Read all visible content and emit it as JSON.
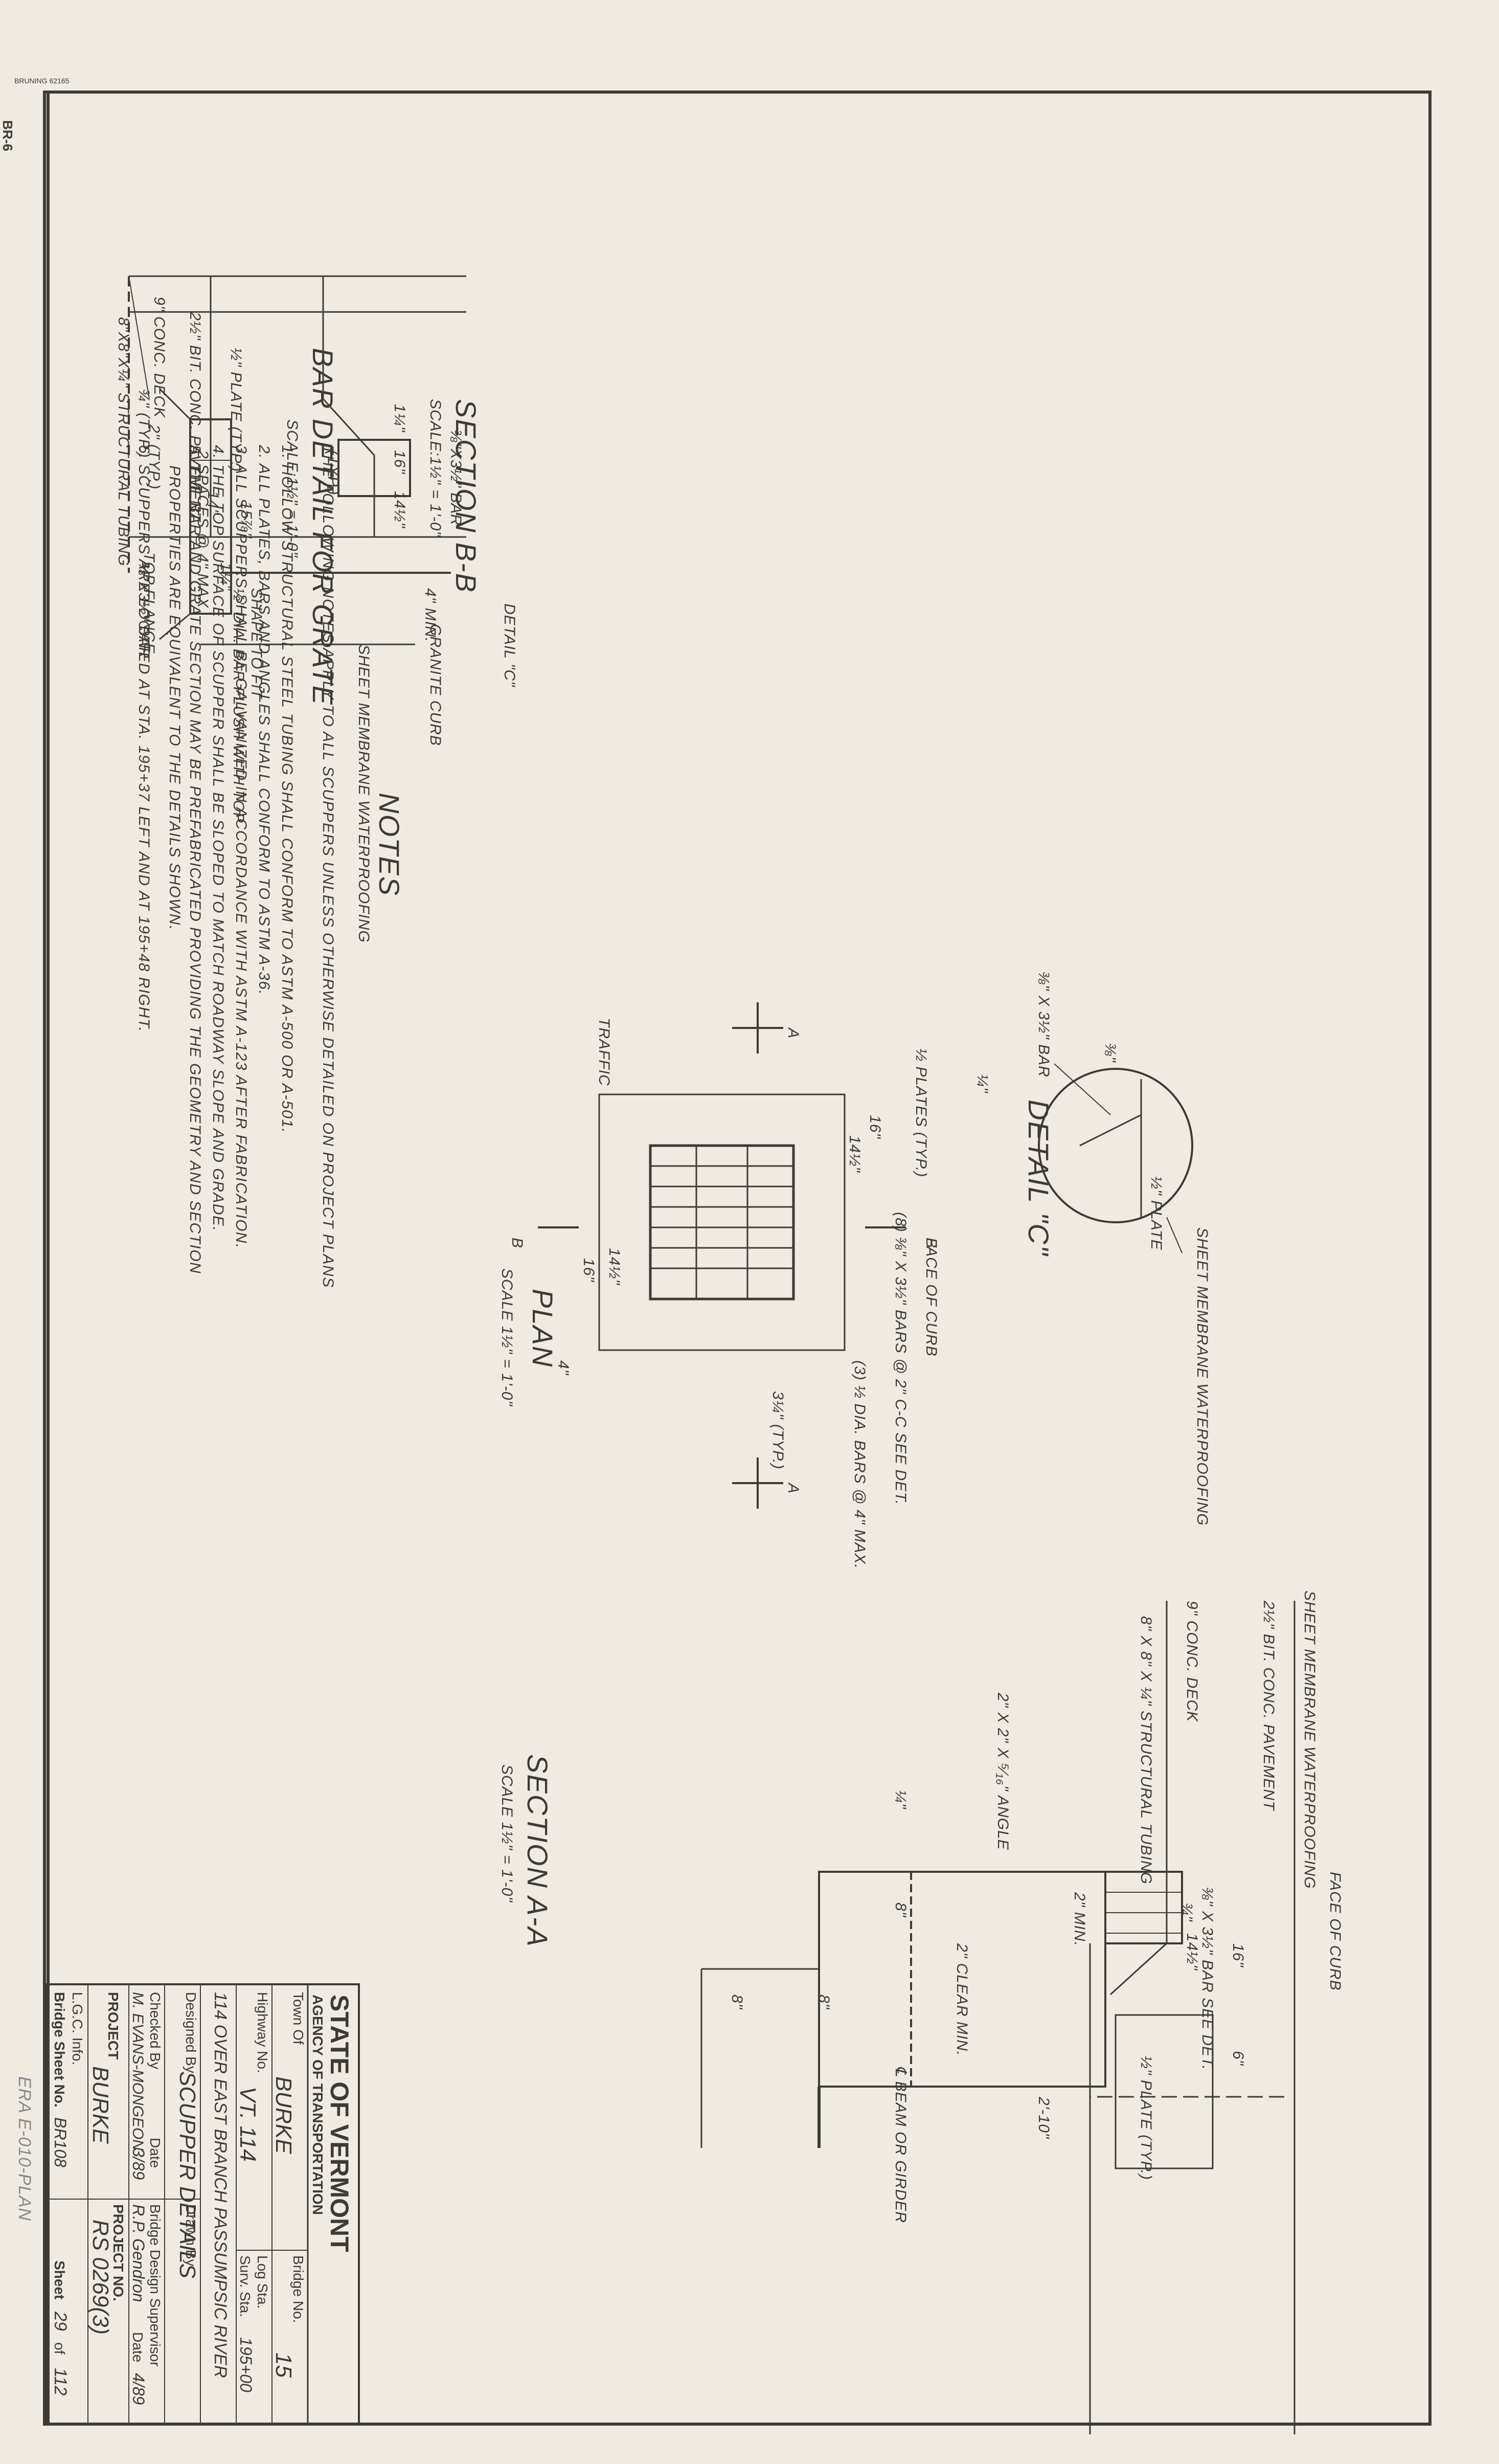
{
  "margin": {
    "top_left_stamp": "BRUNING 62165",
    "side_label": "BR-6",
    "pencil_note": "ERA E-010-PLAN"
  },
  "section_bb": {
    "title": "SECTION B-B",
    "scale": "SCALE:1½\" = 1'-0\"",
    "labels": {
      "pavement": "2½\" BIT. CONC. PAVEMENT",
      "deck": "9\" CONC. DECK",
      "plate": "½\" PLATE (TYP.)",
      "tubing": "8\"X8\"X¼\" STRUCTURAL TUBING",
      "top_flange": "TOP FLANGE",
      "membrane": "SHEET MEMBRANE WATERPROOFING",
      "granite": "GRANITE CURB",
      "bar": "⅜\"X3½\" BAR",
      "detail_c": "DETAIL \"C\"",
      "dim_a": "1¼\"",
      "dim_b": "16\"",
      "dim_c": "14½\"",
      "dim_d": "4\" MIN.",
      "typ": "(TYP.)"
    }
  },
  "bar_detail": {
    "title": "BAR DETAIL FOR GRATE",
    "scale": "SCALE:1½\" = 1'-0\"",
    "labels": {
      "d1": "15⅞\"",
      "d2": "14\"",
      "spaces": "2 SPACES @ 4\" MAX.",
      "bar": "⅜\"X3½\" BAR",
      "shape": "SHAPE TO FIT",
      "dia_bar": "½\" DIA. BAR FLUSH WITH TOP",
      "d3": "1¼\"",
      "d4": "2\" (TYP.)",
      "d5": "¾\" (TYP.)"
    }
  },
  "detail_c": {
    "title": "DETAIL \"C\"",
    "labels": {
      "bar": "⅜\" X 3½\" BAR",
      "membrane": "SHEET MEMBRANE WATERPROOFING",
      "plate": "½\" PLATE",
      "weld1": "⅜\"",
      "weld2": "¼\""
    }
  },
  "plan": {
    "title": "PLAN",
    "scale": "SCALE 1½\" = 1'-0\"",
    "labels": {
      "traffic": "TRAFFIC",
      "plates": "½ PLATES (TYP.)",
      "bars": "(8) ⅜\" X 3½\" BARS @ 2\" C-C SEE DET.",
      "face_curb": "FACE OF CURB",
      "dia_bars": "(3) ½ DIA. BARS @ 4\" MAX.",
      "typ": "3¼\" (TYP.)",
      "d16": "16\"",
      "d145": "14½\"",
      "d16b": "16\"",
      "d145b": "14½\"",
      "d4": "4\"",
      "mark_a": "A",
      "mark_b": "B"
    }
  },
  "section_aa": {
    "title": "SECTION A-A",
    "scale": "SCALE 1½\" = 1'-0\"",
    "labels": {
      "membrane": "SHEET MEMBRANE WATERPROOFING",
      "pavement": "2½\" BIT. CONC. PAVEMENT",
      "deck": "9\" CONC. DECK",
      "tubing": "8\" X 8\" X ¼\" STRUCTURAL TUBING",
      "angle": "2\" X 2\" X ⁵⁄₁₆\" ANGLE",
      "face_curb": "FACE OF CURB",
      "bar": "⅜\" X 3½\" BAR SEE DET.",
      "clear": "2\" CLEAR MIN.",
      "min2": "2\" MIN.",
      "plate": "½\" PLATE (TYP.)",
      "beam": "℄ BEAM OR GIRDER",
      "d6": "6\"",
      "d8a": "8\"",
      "d8b": "8\"",
      "d8c": "8\"",
      "d16": "16\"",
      "d145": "14½\"",
      "d34": "¾\"",
      "d210": "2'-10\"",
      "weld": "¼\""
    }
  },
  "notes": {
    "heading": "NOTES",
    "intro": "THE FOLLOWING NOTES APPLY TO ALL SCUPPERS UNLESS OTHERWISE DETAILED ON PROJECT PLANS",
    "items": [
      "1. HOLLOW STRUCTURAL STEEL TUBING SHALL CONFORM TO ASTM A-500 OR A-501.",
      "2. ALL PLATES, BARS AND ANGLES SHALL CONFORM TO ASTM A-36.",
      "3. ALL SCUPPERS SHALL BE GALVANIZED IN ACCORDANCE WITH ASTM A-123 AFTER FABRICATION.",
      "4. THE TOP SURFACE OF SCUPPER SHALL BE SLOPED TO MATCH ROADWAY SLOPE AND GRADE.",
      "5. THE BAR AND GRATE SECTION MAY BE PREFABRICATED PROVIDING THE GEOMETRY AND SECTION",
      "PROPERTIES ARE EQUIVALENT TO THE DETAILS SHOWN.",
      "6. SCUPPERS ARE LOCATED AT STA. 195+37 LEFT AND AT 195+48 RIGHT."
    ]
  },
  "title_block": {
    "state": "STATE OF VERMONT",
    "agency": "AGENCY OF TRANSPORTATION",
    "town_label": "Town Of",
    "town_value": "BURKE",
    "bridge_no_label": "Bridge No.",
    "bridge_no_value": "15",
    "highway_label": "Highway No.",
    "highway_value": "VT. 114",
    "log_sta_label": "Log Sta.",
    "surv_sta_label": "Surv. Sta.",
    "surv_sta_value": "195+00",
    "over": "114 OVER EAST BRANCH PASSUMPSIC RIVER",
    "sheet_title": "SCUPPER DETAILS",
    "designed_label": "Designed By",
    "drawn_label": "Drawn By",
    "checked_label": "Checked By",
    "date_label": "Date",
    "supervisor_label": "Bridge Design Supervisor",
    "designer": "M. EVANS-MONGEON",
    "date_value": "3/89",
    "supervisor": "R.P. Gendron",
    "date2_label": "Date",
    "date2_value": "4/89",
    "project_label": "PROJECT",
    "project_value": "BURKE",
    "project_no_label": "PROJECT NO.",
    "project_no_value": "RS 0269(3)",
    "lgc_label": "L.G.C. Info.",
    "bridge_sheet_label": "Bridge Sheet No.",
    "bridge_sheet_value": "BR108",
    "sheet_label": "Sheet",
    "sheet_value": "29",
    "of_label": "of",
    "sheet_total": "112"
  }
}
